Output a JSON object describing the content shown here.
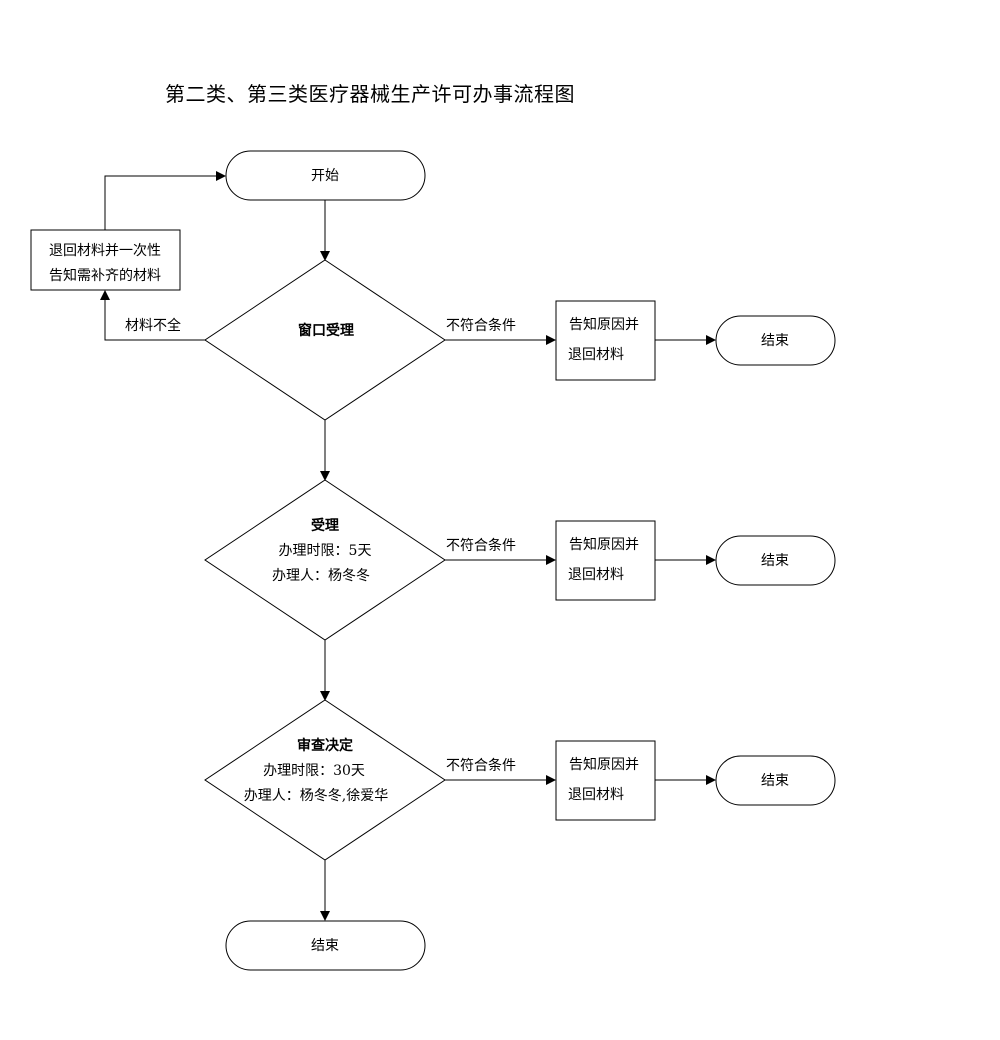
{
  "title": "第二类、第三类医疗器械生产许可办事流程图",
  "start": "开始",
  "return_box": {
    "line1": "退回材料并一次性",
    "line2": "告知需补齐的材料"
  },
  "incomplete_label": "材料不全",
  "step1": {
    "title": "窗口受理"
  },
  "step2": {
    "title": "受理",
    "time": "办理时限：5天",
    "person": "办理人：杨冬冬"
  },
  "step3": {
    "title": "审查决定",
    "time": "办理时限：30天",
    "person": "办理人：杨冬冬,徐爱华"
  },
  "reject_label": "不符合条件",
  "notify_box": {
    "line1": "告知原因并",
    "line2": "退回材料"
  },
  "end": "结束",
  "colors": {
    "stroke": "#000000",
    "fill": "#ffffff"
  }
}
